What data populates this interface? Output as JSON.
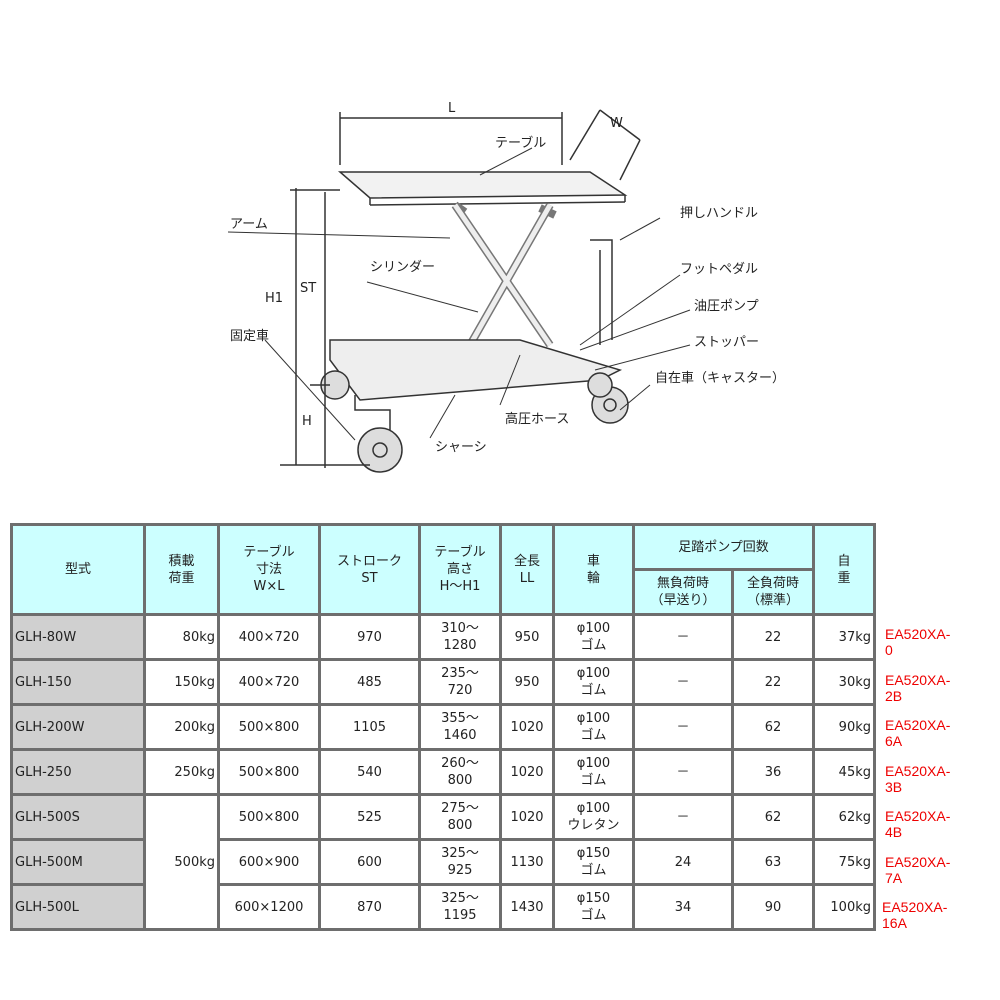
{
  "diagram": {
    "labels": {
      "L": "L",
      "W": "W",
      "table": "テーブル",
      "arm": "アーム",
      "handle": "押しハンドル",
      "cylinder": "シリンダー",
      "pedal": "フットペダル",
      "h1": "H1",
      "st": "ST",
      "pump": "油圧ポンプ",
      "fixed_wheel": "固定車",
      "stopper": "ストッパー",
      "caster": "自在車（キャスター）",
      "h": "H",
      "hose": "高圧ホース",
      "chassis": "シャーシ"
    }
  },
  "table": {
    "headers": {
      "model": "型式",
      "load": [
        "積載",
        "荷重"
      ],
      "size": [
        "テーブル",
        "寸法",
        "W×L"
      ],
      "stroke": [
        "ストローク",
        "ST"
      ],
      "height": [
        "テーブル",
        "高さ",
        "H～H1"
      ],
      "length": [
        "全長",
        "LL"
      ],
      "wheel": [
        "車",
        "輪"
      ],
      "pump": "足踏ポンプ回数",
      "no_load": [
        "無負荷時",
        "（早送り）"
      ],
      "full_load": [
        "全負荷時",
        "（標準）"
      ],
      "weight": [
        "自",
        "重"
      ]
    },
    "rows": [
      {
        "model": "GLH-80W",
        "load": "80kg",
        "size": "400×720",
        "stroke": "970",
        "height": [
          "310～",
          "1280"
        ],
        "length": "950",
        "wheel": [
          "φ100",
          "ゴム"
        ],
        "no_load": "－",
        "full_load": "22",
        "weight": "37kg",
        "code": "EA520XA-0"
      },
      {
        "model": "GLH-150",
        "load": "150kg",
        "size": "400×720",
        "stroke": "485",
        "height": [
          "235～",
          "720"
        ],
        "length": "950",
        "wheel": [
          "φ100",
          "ゴム"
        ],
        "no_load": "－",
        "full_load": "22",
        "weight": "30kg",
        "code": "EA520XA-2B"
      },
      {
        "model": "GLH-200W",
        "load": "200kg",
        "size": "500×800",
        "stroke": "1105",
        "height": [
          "355～",
          "1460"
        ],
        "length": "1020",
        "wheel": [
          "φ100",
          "ゴム"
        ],
        "no_load": "－",
        "full_load": "62",
        "weight": "90kg",
        "code": "EA520XA-6A"
      },
      {
        "model": "GLH-250",
        "load": "250kg",
        "size": "500×800",
        "stroke": "540",
        "height": [
          "260～",
          "800"
        ],
        "length": "1020",
        "wheel": [
          "φ100",
          "ゴム"
        ],
        "no_load": "－",
        "full_load": "36",
        "weight": "45kg",
        "code": "EA520XA-3B"
      },
      {
        "model": "GLH-500S",
        "load": "500kg",
        "size": "500×800",
        "stroke": "525",
        "height": [
          "275～",
          "800"
        ],
        "length": "1020",
        "wheel": [
          "φ100",
          "ウレタン"
        ],
        "no_load": "－",
        "full_load": "62",
        "weight": "62kg",
        "code": "EA520XA-4B"
      },
      {
        "model": "GLH-500M",
        "size": "600×900",
        "stroke": "600",
        "height": [
          "325～",
          "925"
        ],
        "length": "1130",
        "wheel": [
          "φ150",
          "ゴム"
        ],
        "no_load": "24",
        "full_load": "63",
        "weight": "75kg",
        "code": "EA520XA-7A"
      },
      {
        "model": "GLH-500L",
        "size": "600×1200",
        "stroke": "870",
        "height": [
          "325～",
          "1195"
        ],
        "length": "1430",
        "wheel": [
          "φ150",
          "ゴム"
        ],
        "no_load": "34",
        "full_load": "90",
        "weight": "100kg",
        "code": "EA520XA-16A"
      }
    ]
  }
}
